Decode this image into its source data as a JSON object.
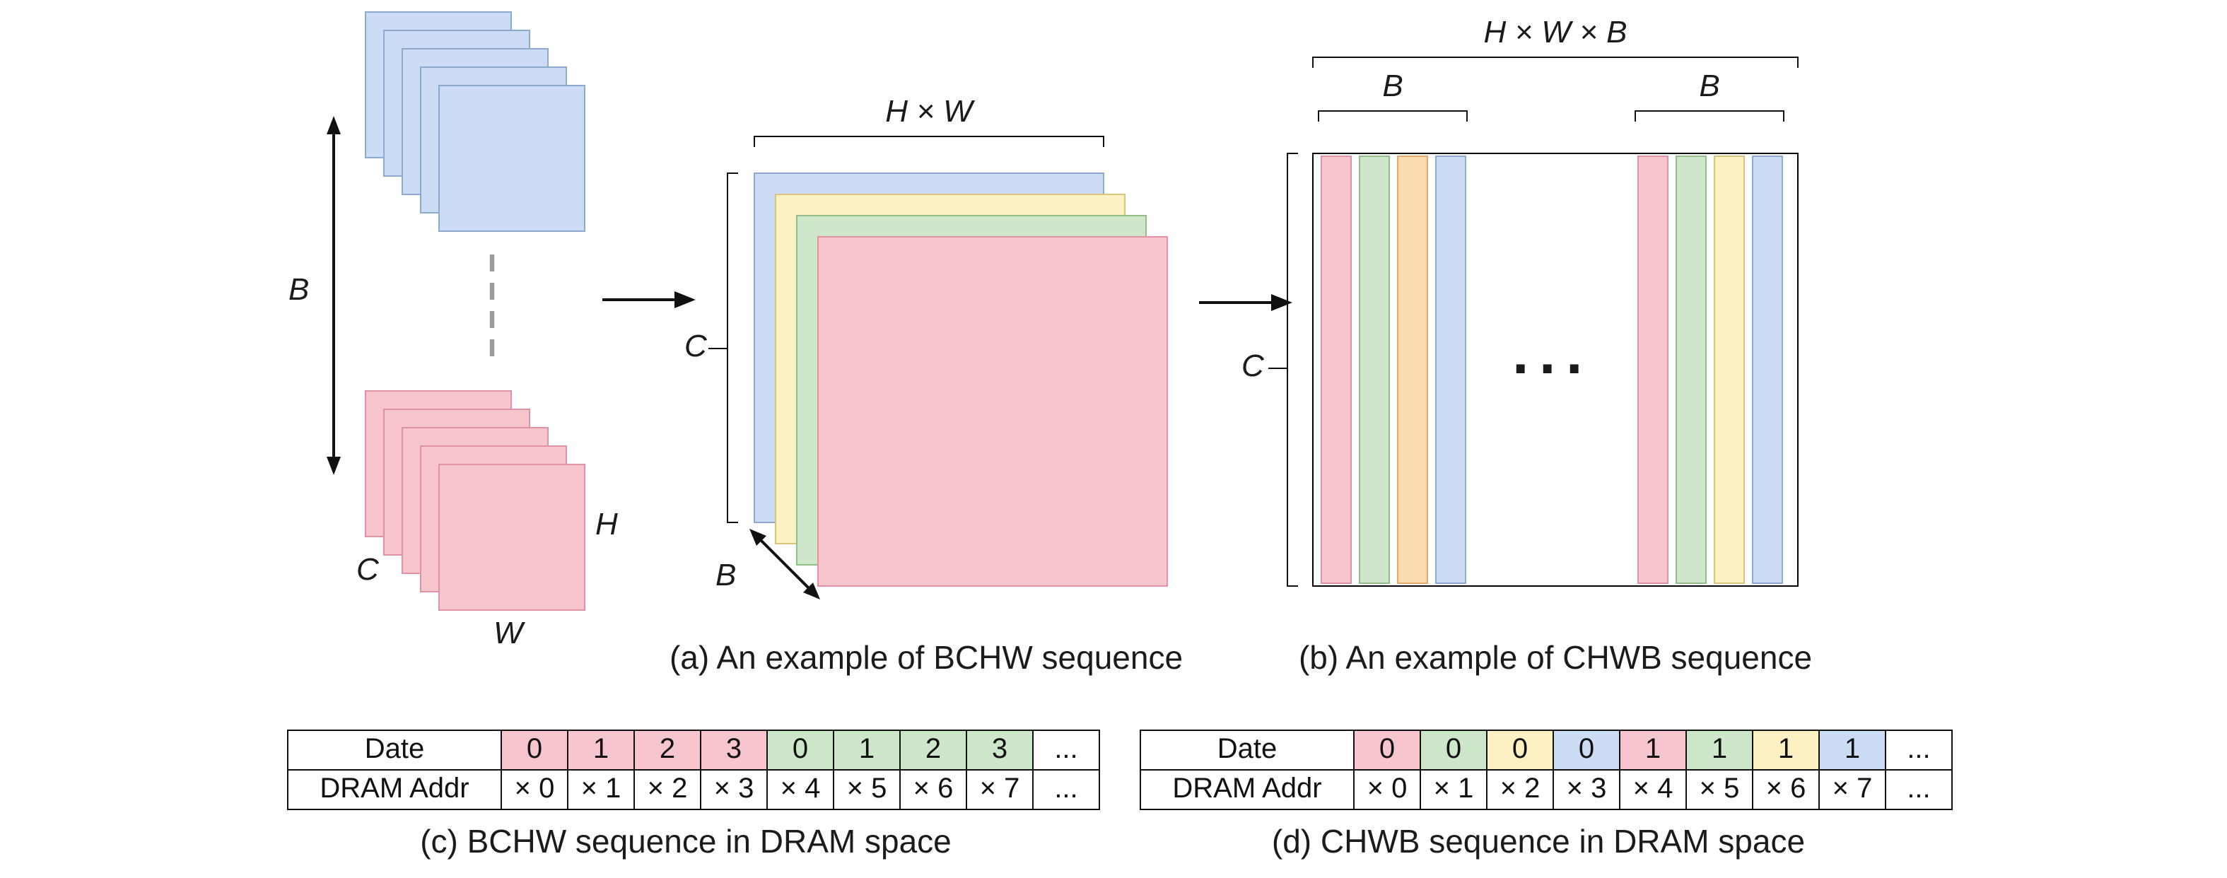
{
  "palette": {
    "blue_fill": "#cbdcf4",
    "blue_border": "#8baacf",
    "pink_fill": "#f6c5ce",
    "pink_border": "#df92a3",
    "green_fill": "#cee6c9",
    "green_border": "#90c088",
    "yellow_fill": "#fdf0c3",
    "yellow_border": "#ddc37a",
    "orange_fill": "#fadcaf",
    "orange_border": "#e3aa69"
  },
  "panel_a": {
    "batch_arrow_label": "B",
    "left_stack_labels": {
      "c": "C",
      "h": "H",
      "w": "W"
    },
    "hw_bracket_label": "H × W",
    "channel_bracket_label": "C",
    "depth_arrow_label": "B",
    "caption": "(a) An example of BCHW sequence"
  },
  "panel_b": {
    "top_bracket_label": "H × W × B",
    "group_bracket_labels": [
      "B",
      "B"
    ],
    "channel_bracket_label": "C",
    "ellipsis": "···",
    "caption": "(b) An example of CHWB sequence"
  },
  "table_c": {
    "caption": "(c) BCHW sequence in DRAM space",
    "rows": [
      {
        "header": "Date",
        "cells": [
          {
            "t": "0",
            "color": "pink"
          },
          {
            "t": "1",
            "color": "pink"
          },
          {
            "t": "2",
            "color": "pink"
          },
          {
            "t": "3",
            "color": "pink"
          },
          {
            "t": "0",
            "color": "green"
          },
          {
            "t": "1",
            "color": "green"
          },
          {
            "t": "2",
            "color": "green"
          },
          {
            "t": "3",
            "color": "green"
          },
          {
            "t": "...",
            "color": "white"
          }
        ]
      },
      {
        "header": "DRAM Addr",
        "cells": [
          {
            "t": "× 0",
            "color": "white"
          },
          {
            "t": "× 1",
            "color": "white"
          },
          {
            "t": "× 2",
            "color": "white"
          },
          {
            "t": "× 3",
            "color": "white"
          },
          {
            "t": "× 4",
            "color": "white"
          },
          {
            "t": "× 5",
            "color": "white"
          },
          {
            "t": "× 6",
            "color": "white"
          },
          {
            "t": "× 7",
            "color": "white"
          },
          {
            "t": "...",
            "color": "white"
          }
        ]
      }
    ]
  },
  "table_d": {
    "caption": "(d) CHWB sequence in DRAM space",
    "rows": [
      {
        "header": "Date",
        "cells": [
          {
            "t": "0",
            "color": "pink"
          },
          {
            "t": "0",
            "color": "green"
          },
          {
            "t": "0",
            "color": "yellow"
          },
          {
            "t": "0",
            "color": "blue"
          },
          {
            "t": "1",
            "color": "pink"
          },
          {
            "t": "1",
            "color": "green"
          },
          {
            "t": "1",
            "color": "yellow"
          },
          {
            "t": "1",
            "color": "blue"
          },
          {
            "t": "...",
            "color": "white"
          }
        ]
      },
      {
        "header": "DRAM Addr",
        "cells": [
          {
            "t": "× 0",
            "color": "white"
          },
          {
            "t": "× 1",
            "color": "white"
          },
          {
            "t": "× 2",
            "color": "white"
          },
          {
            "t": "× 3",
            "color": "white"
          },
          {
            "t": "× 4",
            "color": "white"
          },
          {
            "t": "× 5",
            "color": "white"
          },
          {
            "t": "× 6",
            "color": "white"
          },
          {
            "t": "× 7",
            "color": "white"
          },
          {
            "t": "...",
            "color": "white"
          }
        ]
      }
    ]
  }
}
